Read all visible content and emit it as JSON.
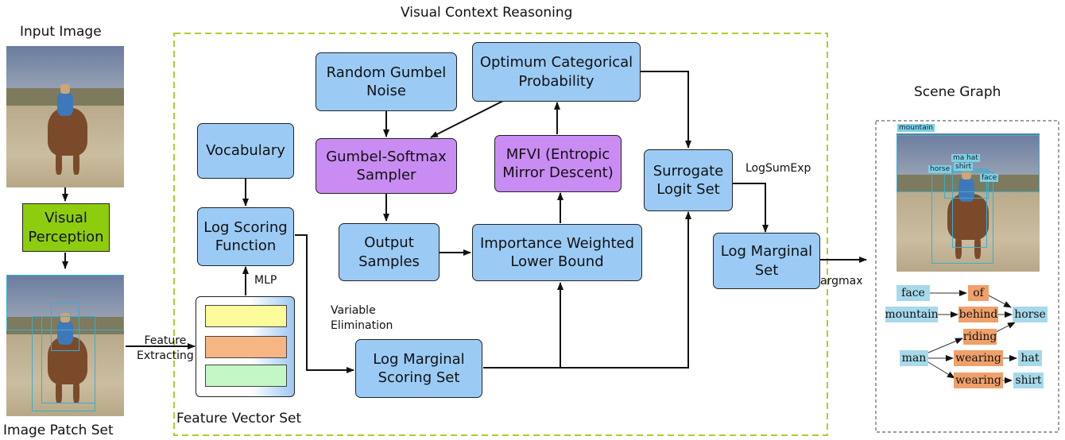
{
  "labels": {
    "input_image": "Input Image",
    "image_patch_set": "Image Patch Set",
    "visual_context_reasoning": "Visual Context Reasoning",
    "scene_graph": "Scene Graph",
    "feature_vector_set": "Feature Vector Set",
    "feature_extracting": "Feature\nExtracting",
    "mlp": "MLP",
    "variable_elimination": "Variable\nElimination",
    "logsumexp": "LogSumExp",
    "argmax": "argmax"
  },
  "boxes": {
    "visual_perception": "Visual\nPerception",
    "random_gumbel_noise": "Random Gumbel\nNoise",
    "optimum_categorical_probability": "Optimum Categorical\nProbability",
    "vocabulary": "Vocabulary",
    "gumbel_softmax_sampler": "Gumbel-Softmax\nSampler",
    "mfvi": "MFVI (Entropic\nMirror Descent)",
    "surrogate_logit_set": "Surrogate\nLogit Set",
    "log_scoring_function": "Log Scoring\nFunction",
    "output_samples": "Output\nSamples",
    "importance_weighted_lower_bound": "Importance Weighted\nLower Bound",
    "log_marginal_set": "Log Marginal\nSet",
    "log_marginal_scoring_set": "Log Marginal\nScoring Set"
  },
  "detection_tags": [
    "mountain",
    "man",
    "hat",
    "shirt",
    "horse",
    "face"
  ],
  "scene_graph": {
    "entities": [
      "face",
      "mountain",
      "horse",
      "man",
      "hat",
      "shirt"
    ],
    "relations": [
      "of",
      "behind",
      "riding",
      "wearing",
      "wearing"
    ]
  },
  "colors": {
    "box_blue": "#9bcbf5",
    "box_purple": "#c98cf3",
    "box_green": "#8ecd0e",
    "dashed_border": "#a9cf2e",
    "entity_node": "#a6d9ea",
    "relation_node": "#f0a06a",
    "bbox_stroke": "#35b0cf"
  }
}
